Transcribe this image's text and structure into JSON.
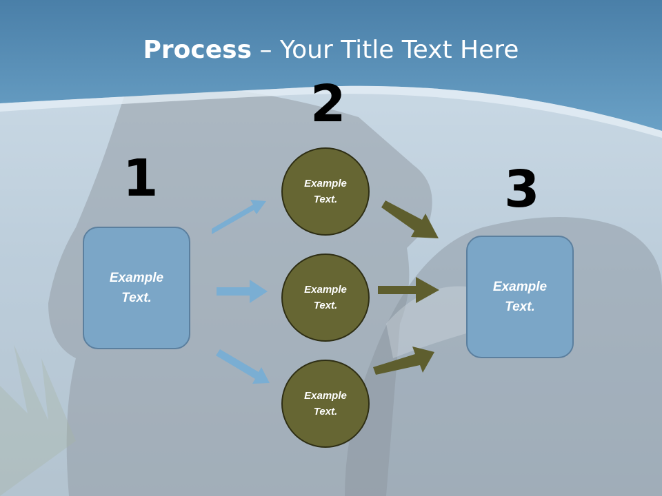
{
  "title": {
    "bold": "Process",
    "rest": " – Your Title Text Here"
  },
  "steps": {
    "one": "1",
    "two": "2",
    "three": "3"
  },
  "left_box": {
    "line1": "Example",
    "line2": "Text."
  },
  "right_box": {
    "line1": "Example",
    "line2": "Text."
  },
  "circles": [
    {
      "line1": "Example",
      "line2": "Text."
    },
    {
      "line1": "Example",
      "line2": "Text."
    },
    {
      "line1": "Example",
      "line2": "Text."
    }
  ],
  "colors": {
    "header": "#5f97bd",
    "box_fill": "#7ba6c7",
    "circle_fill": "#666633",
    "arrow_blue": "#7aaed3",
    "arrow_olive": "#5e5e2e"
  }
}
